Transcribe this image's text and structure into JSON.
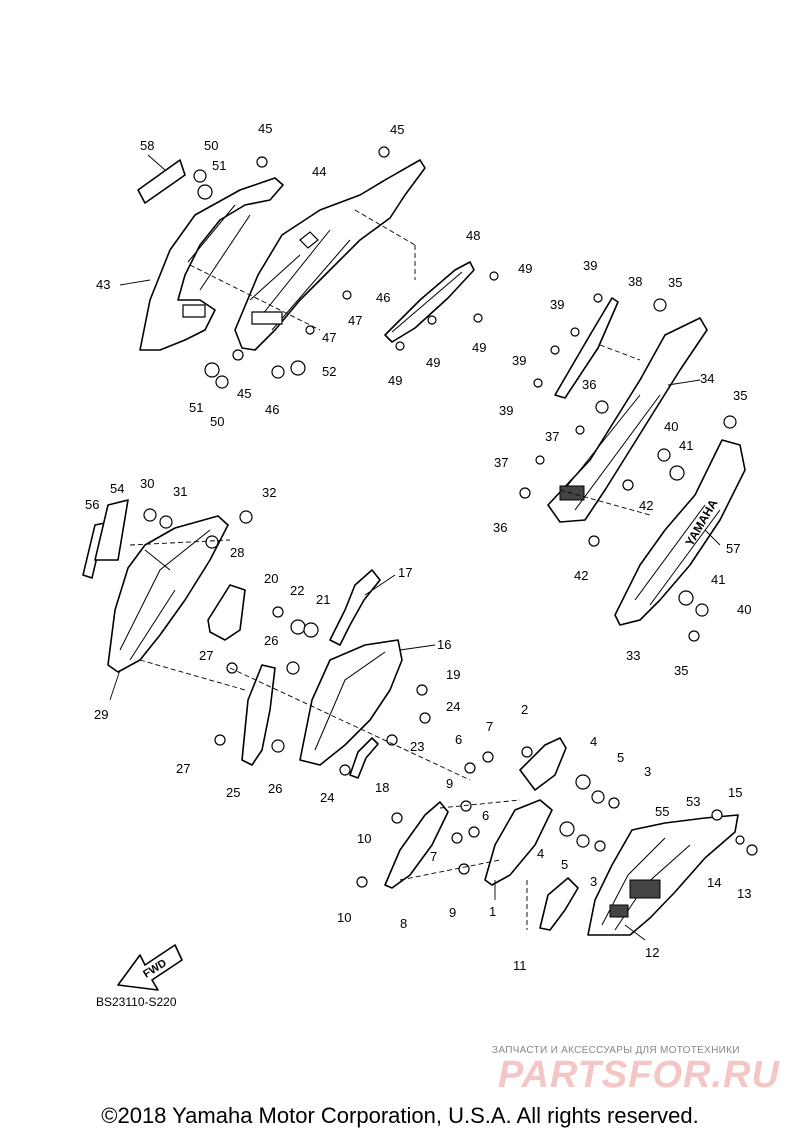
{
  "diagram": {
    "code": "BS23110-S220",
    "direction_marker": "FWD",
    "emblem_text": "YAMAHA",
    "copyright": "©2018 Yamaha Motor Corporation, U.S.A. All rights reserved.",
    "watermark": {
      "tagline": "ЗАПЧАСТИ И АКСЕССУАРЫ ДЛЯ МОТОТЕХНИКИ",
      "brand": "PARTSFOR.RU"
    },
    "callouts": [
      "45",
      "45",
      "58",
      "50",
      "51",
      "44",
      "48",
      "49",
      "43",
      "46",
      "47",
      "47",
      "49",
      "49",
      "52",
      "45",
      "51",
      "50",
      "46",
      "49",
      "39",
      "38",
      "35",
      "39",
      "39",
      "34",
      "39",
      "36",
      "37",
      "35",
      "40",
      "41",
      "37",
      "42",
      "36",
      "42",
      "57",
      "41",
      "40",
      "35",
      "33",
      "56",
      "54",
      "30",
      "31",
      "32",
      "28",
      "20",
      "22",
      "21",
      "17",
      "16",
      "29",
      "26",
      "27",
      "19",
      "24",
      "27",
      "25",
      "26",
      "24",
      "23",
      "18",
      "2",
      "7",
      "4",
      "6",
      "5",
      "3",
      "9",
      "10",
      "6",
      "55",
      "53",
      "15",
      "4",
      "5",
      "7",
      "3",
      "14",
      "13",
      "1",
      "9",
      "10",
      "8",
      "11",
      "12"
    ]
  }
}
